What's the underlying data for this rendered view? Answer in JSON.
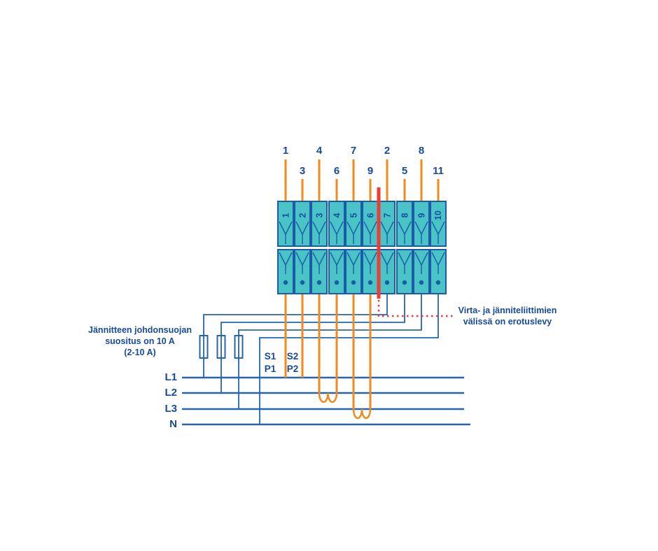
{
  "wire_labels": {
    "row1": [
      "1",
      "4",
      "7",
      "2",
      "8"
    ],
    "row2": [
      "3",
      "6",
      "9",
      "5",
      "11"
    ]
  },
  "terminals": [
    "1",
    "2",
    "3",
    "4",
    "5",
    "6",
    "7",
    "8",
    "9",
    "10"
  ],
  "ct_labels": {
    "s1": "S1",
    "p1": "P1",
    "s2": "S2",
    "p2": "P2"
  },
  "bus_labels": {
    "l1": "L1",
    "l2": "L2",
    "l3": "L3",
    "n": "N"
  },
  "fuse_note": {
    "line1": "Jännitteen johdonsuojan",
    "line2": "suositus on 10 A",
    "line3": "(2-10 A)"
  },
  "separator_note": {
    "line1": "Virta- ja jänniteliittimien",
    "line2": "välissä on erotuslevy"
  },
  "colors": {
    "navy": "#164A9A",
    "line_blue": "#2565AE",
    "terminal_fill": "#49C3C6",
    "terminal_border": "#1A5CA8",
    "orange": "#F08A1D",
    "red": "#EF3B33"
  }
}
